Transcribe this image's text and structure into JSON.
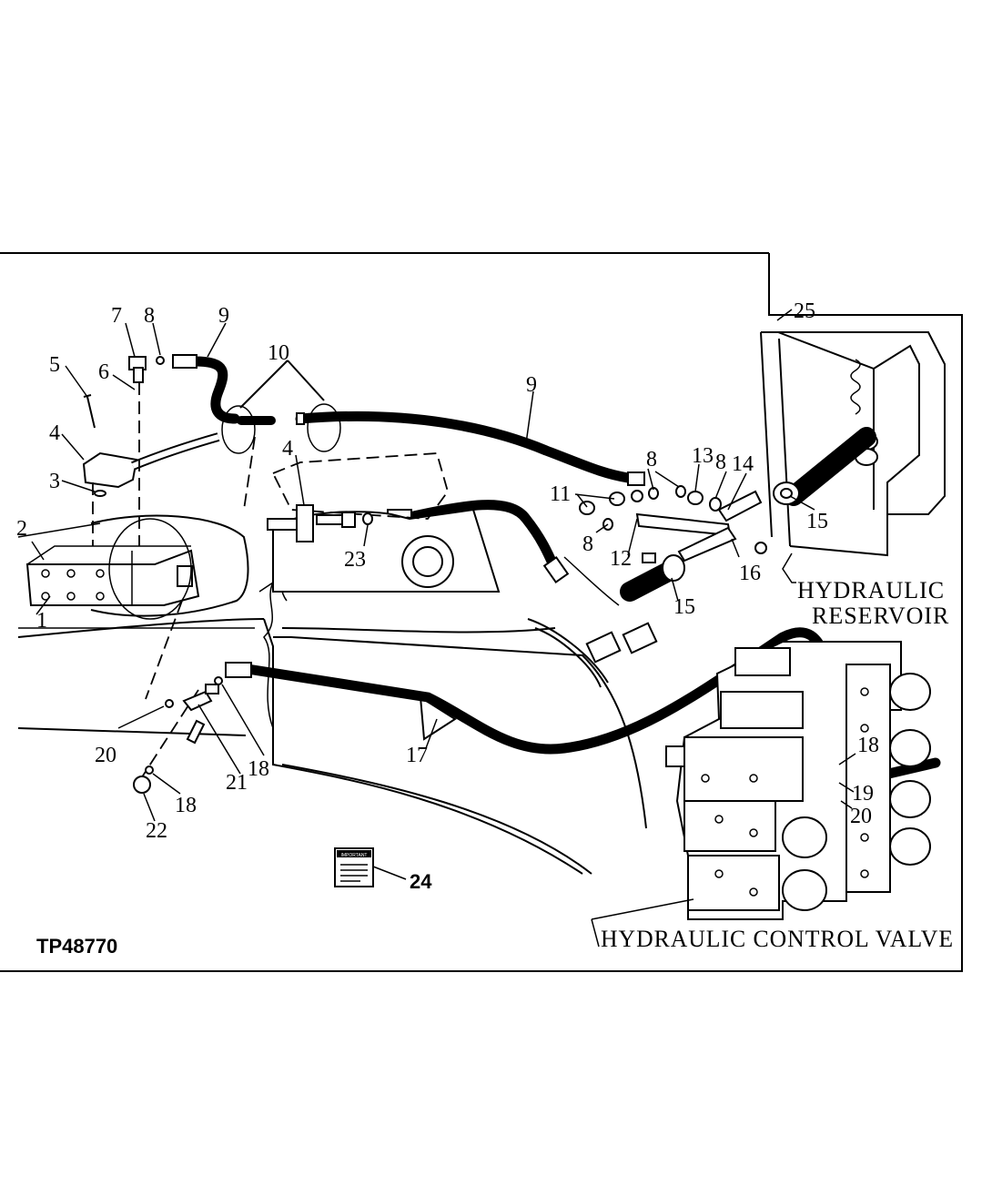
{
  "figure": {
    "id_label": "TP48770",
    "reservoir_label_line1": "HYDRAULIC",
    "reservoir_label_line2": "RESERVOIR",
    "control_valve_label": "HYDRAULIC CONTROL VALVE"
  },
  "callouts": [
    "1",
    "2",
    "3",
    "4",
    "4",
    "5",
    "6",
    "7",
    "8",
    "8",
    "8",
    "8",
    "9",
    "9",
    "10",
    "11",
    "12",
    "13",
    "14",
    "15",
    "15",
    "16",
    "17",
    "18",
    "18",
    "18",
    "19",
    "20",
    "20",
    "21",
    "22",
    "23",
    "24",
    "25"
  ],
  "notice_card": {
    "title": "IMPORTANT"
  }
}
